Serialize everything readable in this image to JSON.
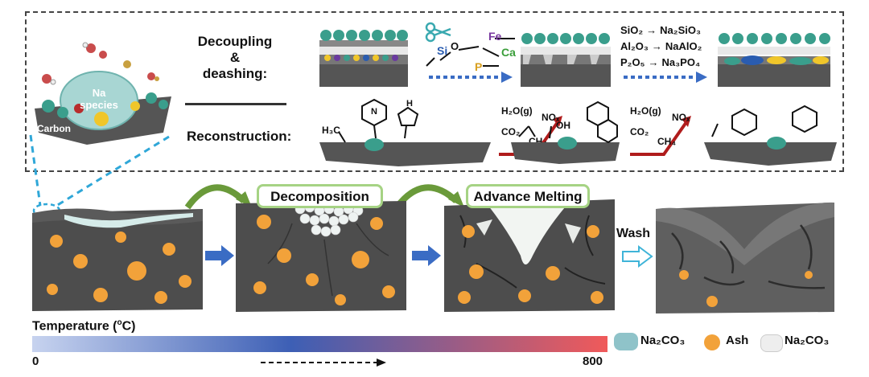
{
  "top_panel": {
    "na_species_label": "Na\nspecies",
    "na_label_line1": "Na",
    "na_label_line2": "species",
    "carbon_label": "Carbon",
    "decoupling_line1": "Decoupling",
    "decoupling_line2": "&",
    "decoupling_line3": "deashing:",
    "reconstruction_label": "Reconstruction:",
    "fe_label": "Fe",
    "ca_label": "Ca",
    "si_label": "Si",
    "p_label": "P",
    "o_label": "O",
    "reactions": [
      {
        "left": "SiO₂",
        "right": "Na₂SiO₃"
      },
      {
        "left": "Al₂O₃",
        "right": "NaAlO₂"
      },
      {
        "left": "P₂O₅",
        "right": "Na₃PO₄"
      }
    ],
    "h2o_label": "H₂O(g)",
    "nox_label": "NOₓ",
    "co2_label": "CO₂",
    "ch4_label": "CH₄",
    "h3c_label": "H₃C",
    "n_label": "N",
    "h_label": "H",
    "oh_label": "OH"
  },
  "process": {
    "decomposition_label": "Decomposition",
    "advance_melting_label": "Advance Melting",
    "wash_label": "Wash"
  },
  "temperature_bar": {
    "title_prefix": "Temperature (",
    "title_super": "o",
    "title_suffix": "C)",
    "min_label": "0",
    "max_label": "800",
    "gradient_start": "#c7d3ef",
    "gradient_mid": "#3d5fb5",
    "gradient_end": "#f05a5a"
  },
  "legend": {
    "na2co3_label": "Na₂CO₃",
    "ash_label": "Ash",
    "na2co3_color": "#8fc3c9",
    "ash_color": "#f2a23a"
  },
  "colors": {
    "carbon": "#555555",
    "arrow_blue": "#3a6cc4",
    "arrow_red": "#b01c1c",
    "arrow_green": "#6a9a3a",
    "teal": "#3a9e8c"
  }
}
